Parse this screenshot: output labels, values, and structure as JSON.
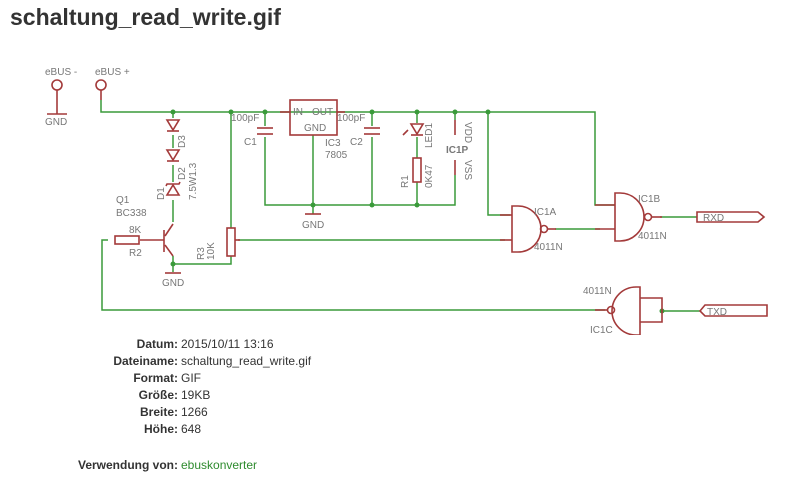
{
  "title": "schaltung_read_write.gif",
  "schematic": {
    "labels": {
      "ebus_minus": "eBUS -",
      "ebus_plus": "eBUS +",
      "gnd": "GND",
      "d3": "D3",
      "d2": "D2",
      "d1": "D1",
      "zener": "7.5W1.3",
      "q1": "Q1",
      "bc": "BC338",
      "r2_val": "8K",
      "r2": "R2",
      "r3": "R3",
      "r3_val": "10K",
      "c1_val": "100pF",
      "c1": "C1",
      "c2_val": "100pF",
      "c2": "C2",
      "ic3_in": "IN",
      "ic3_out": "OUT",
      "ic3_gnd": "GND",
      "ic3": "IC3",
      "ic3_val": "7805",
      "led1": "LED1",
      "r1": "R1",
      "r1_val": "0K47",
      "ic1p": "IC1P",
      "vdd": "VDD",
      "vss": "VSS",
      "ic1a": "IC1A",
      "ic1b": "IC1B",
      "ic1c": "IC1C",
      "gate_type": "4011N",
      "rxd": "RXD",
      "txd": "TXD"
    },
    "colors": {
      "wire": "#3a9a3a",
      "part": "#a33a3a"
    }
  },
  "meta": [
    {
      "label": "Datum:",
      "value": "2015/10/11 13:16"
    },
    {
      "label": "Dateiname:",
      "value": "schaltung_read_write.gif"
    },
    {
      "label": "Format:",
      "value": "GIF"
    },
    {
      "label": "Größe:",
      "value": "19KB"
    },
    {
      "label": "Breite:",
      "value": "1266"
    },
    {
      "label": "Höhe:",
      "value": "648"
    }
  ],
  "usage": {
    "label": "Verwendung von:",
    "link": "ebuskonverter"
  }
}
